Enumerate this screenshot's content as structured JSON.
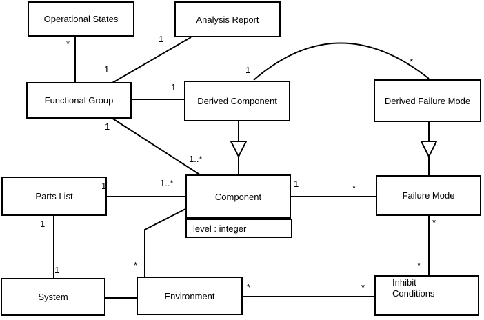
{
  "diagram_type": "uml-class-diagram",
  "classes": [
    {
      "name": "Operational States"
    },
    {
      "name": "Analysis Report"
    },
    {
      "name": "Functional Group"
    },
    {
      "name": "Derived Component"
    },
    {
      "name": "Derived Failure Mode"
    },
    {
      "name": "Parts List"
    },
    {
      "name": "Component",
      "attributes": [
        "level : integer"
      ]
    },
    {
      "name": "Failure Mode"
    },
    {
      "name": "System"
    },
    {
      "name": "Environment"
    },
    {
      "name": "Inhibit Conditions"
    }
  ],
  "edges": [
    {
      "from": "Operational States",
      "to": "Functional Group",
      "type": "association"
    },
    {
      "from": "Analysis Report",
      "to": "Functional Group",
      "type": "association"
    },
    {
      "from": "Functional Group",
      "to": "Derived Component",
      "type": "association"
    },
    {
      "from": "Derived Component",
      "to": "Derived Failure Mode",
      "type": "association-arc"
    },
    {
      "from": "Functional Group",
      "to": "Component",
      "type": "association"
    },
    {
      "from": "Parts List",
      "to": "Component",
      "type": "association"
    },
    {
      "from": "Component",
      "to": "Failure Mode",
      "type": "association"
    },
    {
      "from": "Parts List",
      "to": "System",
      "type": "association"
    },
    {
      "from": "System",
      "to": "Environment",
      "type": "association"
    },
    {
      "from": "Environment",
      "to": "Component",
      "type": "association"
    },
    {
      "from": "Environment",
      "to": "Inhibit Conditions",
      "type": "association"
    },
    {
      "from": "Failure Mode",
      "to": "Inhibit Conditions",
      "type": "association"
    },
    {
      "from": "Derived Component",
      "to": "Component",
      "type": "generalization"
    },
    {
      "from": "Derived Failure Mode",
      "to": "Failure Mode",
      "type": "generalization"
    }
  ],
  "labels": [
    {
      "text": "*",
      "near": "Operational States bottom"
    },
    {
      "text": "1",
      "near": "Analysis Report bottom-left"
    },
    {
      "text": "1",
      "near": "Functional Group top"
    },
    {
      "text": "1",
      "near": "Derived Component left"
    },
    {
      "text": "1",
      "near": "Derived Component top (arc end)"
    },
    {
      "text": "*",
      "near": "Derived Failure Mode top (arc end)"
    },
    {
      "text": "1",
      "near": "Functional Group bottom"
    },
    {
      "text": "1..*",
      "near": "Component top-left (diagonal)"
    },
    {
      "text": "1",
      "near": "Parts List right"
    },
    {
      "text": "1..*",
      "near": "Component left"
    },
    {
      "text": "1",
      "near": "Component right"
    },
    {
      "text": "*",
      "near": "Failure Mode left"
    },
    {
      "text": "1",
      "near": "Parts List bottom"
    },
    {
      "text": "1",
      "near": "System top"
    },
    {
      "text": "*",
      "near": "Environment top"
    },
    {
      "text": "*",
      "near": "Failure Mode bottom"
    },
    {
      "text": "*",
      "near": "Inhibit Conditions top"
    },
    {
      "text": "*",
      "near": "Environment right"
    },
    {
      "text": "*",
      "near": "Inhibit Conditions left"
    }
  ]
}
